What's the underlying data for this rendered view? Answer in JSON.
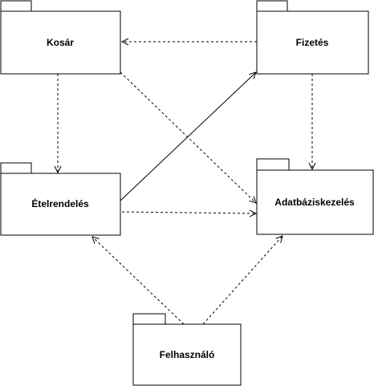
{
  "diagram": {
    "packages": [
      {
        "id": "kosar",
        "label": "Kosár"
      },
      {
        "id": "fizetes",
        "label": "Fizetés"
      },
      {
        "id": "etelrendeles",
        "label": "Ételrendelés"
      },
      {
        "id": "adatbaziskezeles",
        "label": "Adatbáziskezelés"
      },
      {
        "id": "felhasznalo",
        "label": "Felhasználó"
      }
    ],
    "dependencies": [
      {
        "from": "fizetes",
        "to": "kosar",
        "style": "dashed"
      },
      {
        "from": "kosar",
        "to": "etelrendeles",
        "style": "dashed"
      },
      {
        "from": "kosar",
        "to": "adatbaziskezeles",
        "style": "dashed"
      },
      {
        "from": "fizetes",
        "to": "adatbaziskezeles",
        "style": "dashed"
      },
      {
        "from": "etelrendeles",
        "to": "fizetes",
        "style": "solid"
      },
      {
        "from": "etelrendeles",
        "to": "adatbaziskezeles",
        "style": "dashed"
      },
      {
        "from": "felhasznalo",
        "to": "etelrendeles",
        "style": "dashed"
      },
      {
        "from": "felhasznalo",
        "to": "adatbaziskezeles",
        "style": "dashed"
      }
    ]
  }
}
